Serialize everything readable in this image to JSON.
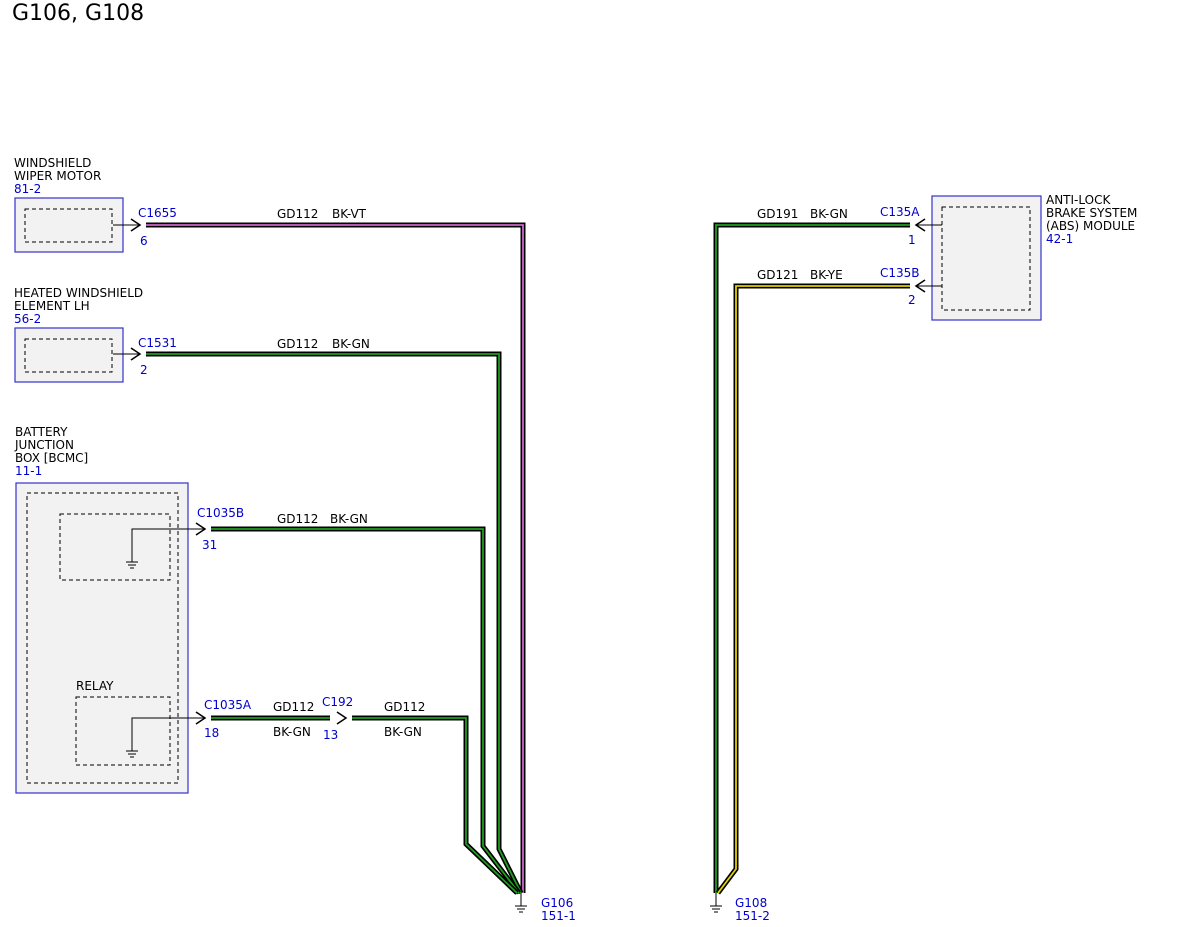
{
  "page": {
    "title": "G106, G108"
  },
  "colors": {
    "reference_text": "#0000cc",
    "component_border": "#3333cc",
    "component_fill": "#f2f2f2",
    "wire_outline": "#000000",
    "wire_violet": "#cc66cc",
    "wire_green": "#1f9e1f",
    "wire_yellow": "#e0d000"
  },
  "components": {
    "wiper_motor": {
      "name_line1": "WINDSHIELD",
      "name_line2": "WIPER MOTOR",
      "ref": "81-2"
    },
    "heated_windshield": {
      "name_line1": "HEATED WINDSHIELD",
      "name_line2": "ELEMENT LH",
      "ref": "56-2"
    },
    "bjb": {
      "name_line1": "BATTERY",
      "name_line2": "JUNCTION",
      "name_line3": "BOX [BCMC]",
      "ref": "11-1",
      "relay_label": "RELAY"
    },
    "abs": {
      "name_line1": "ANTI-LOCK",
      "name_line2": "BRAKE SYSTEM",
      "name_line3": "(ABS) MODULE",
      "ref": "42-1"
    }
  },
  "connectors": {
    "c1655": {
      "id": "C1655",
      "pin": "6"
    },
    "c1531": {
      "id": "C1531",
      "pin": "2"
    },
    "c1035b": {
      "id": "C1035B",
      "pin": "31"
    },
    "c1035a": {
      "id": "C1035A",
      "pin": "18"
    },
    "c192": {
      "id": "C192",
      "pin": "13"
    },
    "c135a": {
      "id": "C135A",
      "pin": "1"
    },
    "c135b": {
      "id": "C135B",
      "pin": "2"
    }
  },
  "circuits": {
    "wiper": {
      "circuit": "GD112",
      "color": "BK-VT"
    },
    "heated": {
      "circuit": "GD112",
      "color": "BK-GN"
    },
    "bjb_b": {
      "circuit": "GD112",
      "color": "BK-GN"
    },
    "bjb_a_left": {
      "circuit": "GD112",
      "color": "BK-GN"
    },
    "bjb_a_right": {
      "circuit": "GD112",
      "color": "BK-GN"
    },
    "abs_a": {
      "circuit": "GD191",
      "color": "BK-GN"
    },
    "abs_b": {
      "circuit": "GD121",
      "color": "BK-YE"
    }
  },
  "grounds": {
    "g106": {
      "id": "G106",
      "ref": "151-1"
    },
    "g108": {
      "id": "G108",
      "ref": "151-2"
    }
  }
}
